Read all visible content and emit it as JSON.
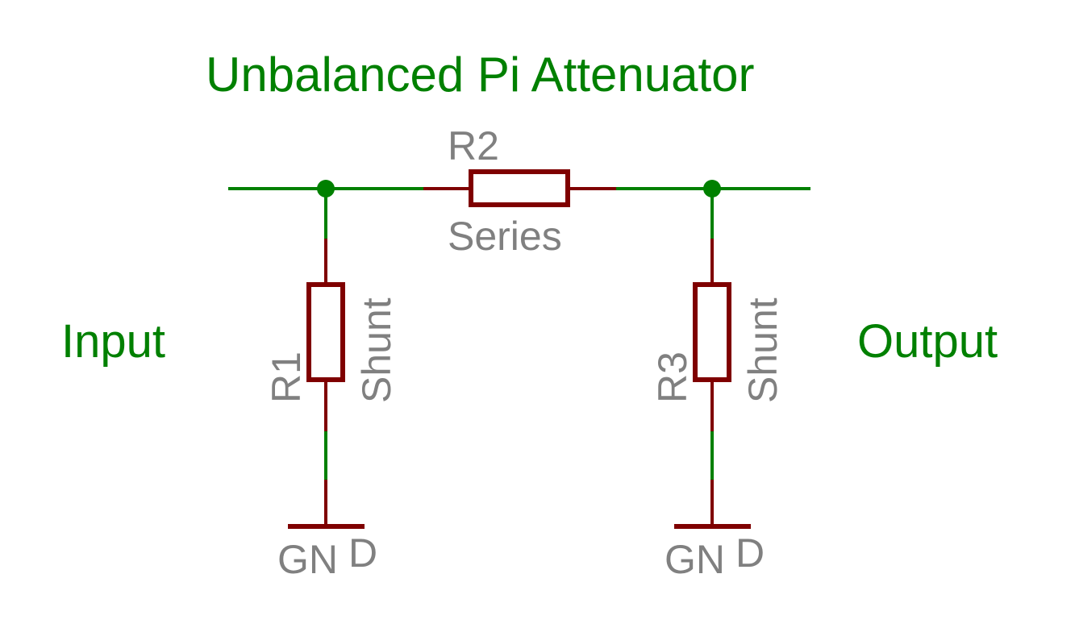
{
  "diagram": {
    "title": "Unbalanced Pi Attenuator",
    "input_label": "Input",
    "output_label": "Output",
    "r1": {
      "designator": "R1",
      "role": "Shunt"
    },
    "r2": {
      "designator": "R2",
      "role": "Series"
    },
    "r3": {
      "designator": "R3",
      "role": "Shunt"
    },
    "gnd_left": {
      "main": "GN",
      "tail": "D"
    },
    "gnd_right": {
      "main": "GN",
      "tail": "D"
    }
  },
  "colors": {
    "wire": "#008000",
    "component": "#7f0000",
    "label": "#808080",
    "title": "#008000"
  }
}
